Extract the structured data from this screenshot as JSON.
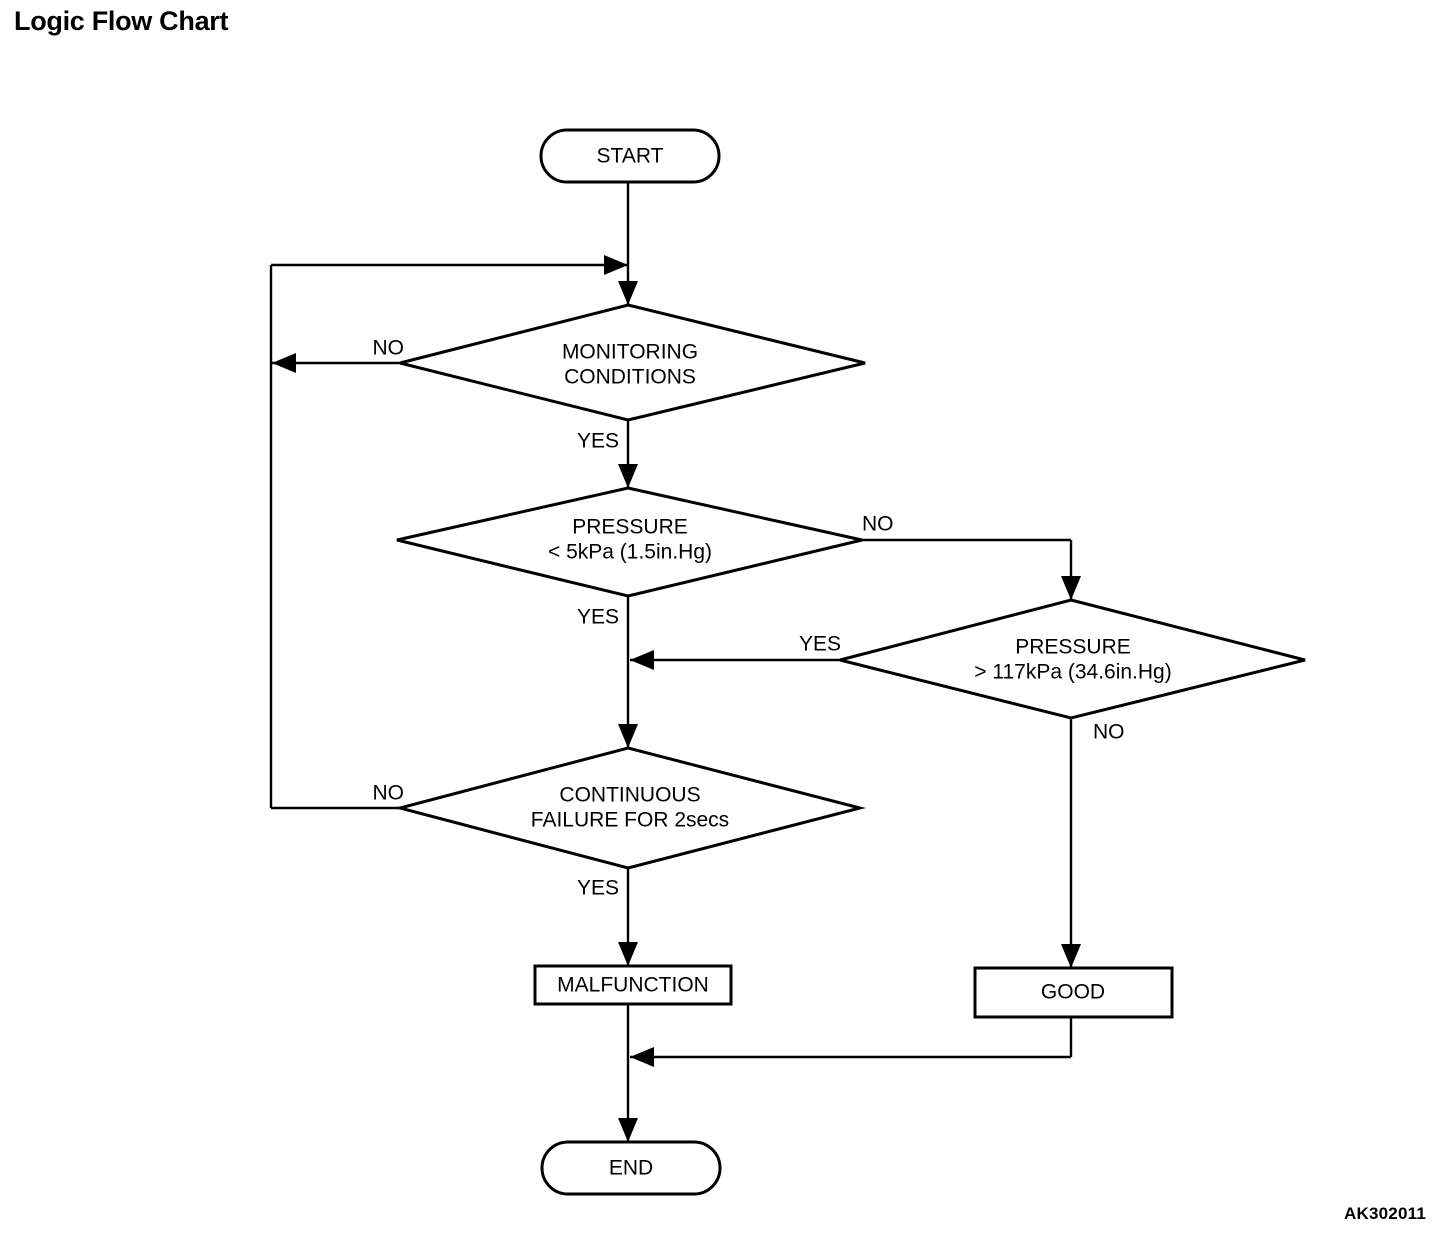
{
  "page": {
    "title": "Logic Flow Chart",
    "figure_code": "AK302011",
    "background_color": "#ffffff",
    "line_color": "#000000"
  },
  "chart_data": {
    "type": "diagram",
    "diagram_kind": "flowchart",
    "title": "Logic Flow Chart",
    "nodes": [
      {
        "id": "start",
        "shape": "stadium",
        "label": "START",
        "label_lines": [
          "START"
        ]
      },
      {
        "id": "monitoring",
        "shape": "diamond",
        "label": "MONITORING CONDITIONS",
        "label_lines": [
          "MONITORING",
          "CONDITIONS"
        ]
      },
      {
        "id": "pressure_low",
        "shape": "diamond",
        "label": "PRESSURE < 5kPa (1.5in.Hg)",
        "label_lines": [
          "PRESSURE",
          "< 5kPa (1.5in.Hg)"
        ]
      },
      {
        "id": "pressure_high",
        "shape": "diamond",
        "label": "PRESSURE > 117kPa (34.6in.Hg)",
        "label_lines": [
          "PRESSURE",
          "> 117kPa (34.6in.Hg)"
        ]
      },
      {
        "id": "continuous",
        "shape": "diamond",
        "label": "CONTINUOUS FAILURE FOR 2secs",
        "label_lines": [
          "CONTINUOUS",
          "FAILURE FOR 2secs"
        ]
      },
      {
        "id": "malfunction",
        "shape": "rectangle",
        "label": "MALFUNCTION",
        "label_lines": [
          "MALFUNCTION"
        ]
      },
      {
        "id": "good",
        "shape": "rectangle",
        "label": "GOOD",
        "label_lines": [
          "GOOD"
        ]
      },
      {
        "id": "end",
        "shape": "stadium",
        "label": "END",
        "label_lines": [
          "END"
        ]
      }
    ],
    "edges": [
      {
        "from": "start",
        "to": "monitoring",
        "label": ""
      },
      {
        "from": "monitoring",
        "to": "monitoring",
        "label": "NO",
        "note": "loops back to entry of MONITORING CONDITIONS"
      },
      {
        "from": "monitoring",
        "to": "pressure_low",
        "label": "YES"
      },
      {
        "from": "pressure_low",
        "to": "pressure_high",
        "label": "NO"
      },
      {
        "from": "pressure_low",
        "to": "continuous",
        "label": "YES"
      },
      {
        "from": "pressure_high",
        "to": "continuous",
        "label": "YES"
      },
      {
        "from": "pressure_high",
        "to": "good",
        "label": "NO"
      },
      {
        "from": "continuous",
        "to": "monitoring",
        "label": "NO",
        "note": "loops back to entry of MONITORING CONDITIONS"
      },
      {
        "from": "continuous",
        "to": "malfunction",
        "label": "YES"
      },
      {
        "from": "malfunction",
        "to": "end",
        "label": ""
      },
      {
        "from": "good",
        "to": "end",
        "label": ""
      }
    ],
    "edge_labels": {
      "monitoring_no": "NO",
      "monitoring_yes": "YES",
      "pressure_low_no": "NO",
      "pressure_low_yes": "YES",
      "pressure_high_yes": "YES",
      "pressure_high_no": "NO",
      "continuous_no": "NO",
      "continuous_yes": "YES"
    }
  }
}
